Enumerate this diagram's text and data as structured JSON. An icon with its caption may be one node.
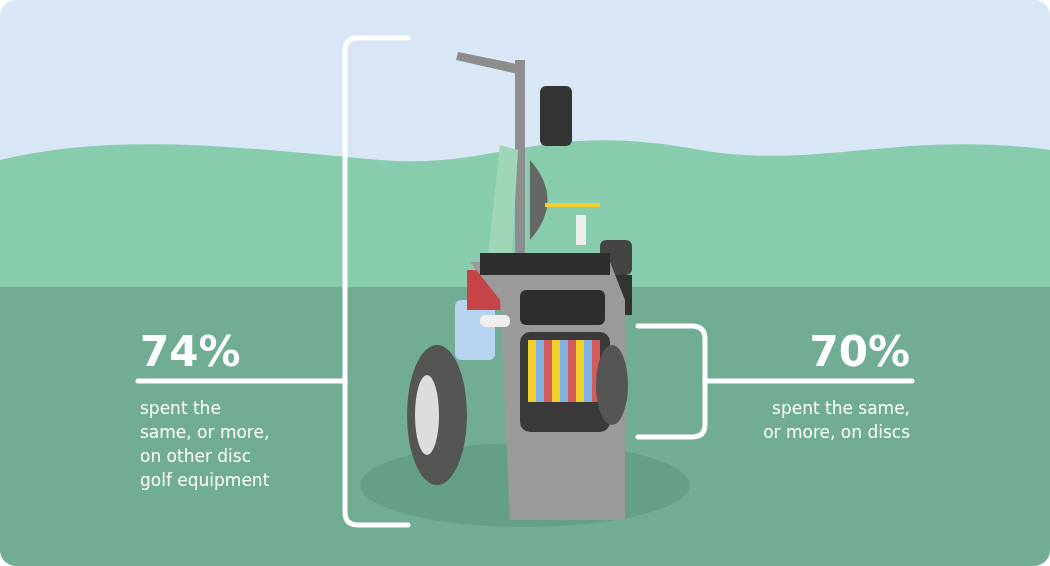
{
  "diagram": {
    "labels": [
      "74%",
      "spent the same, or more, on other disc golf equipment",
      "70%",
      "spent the same, or more, on discs"
    ]
  }
}
